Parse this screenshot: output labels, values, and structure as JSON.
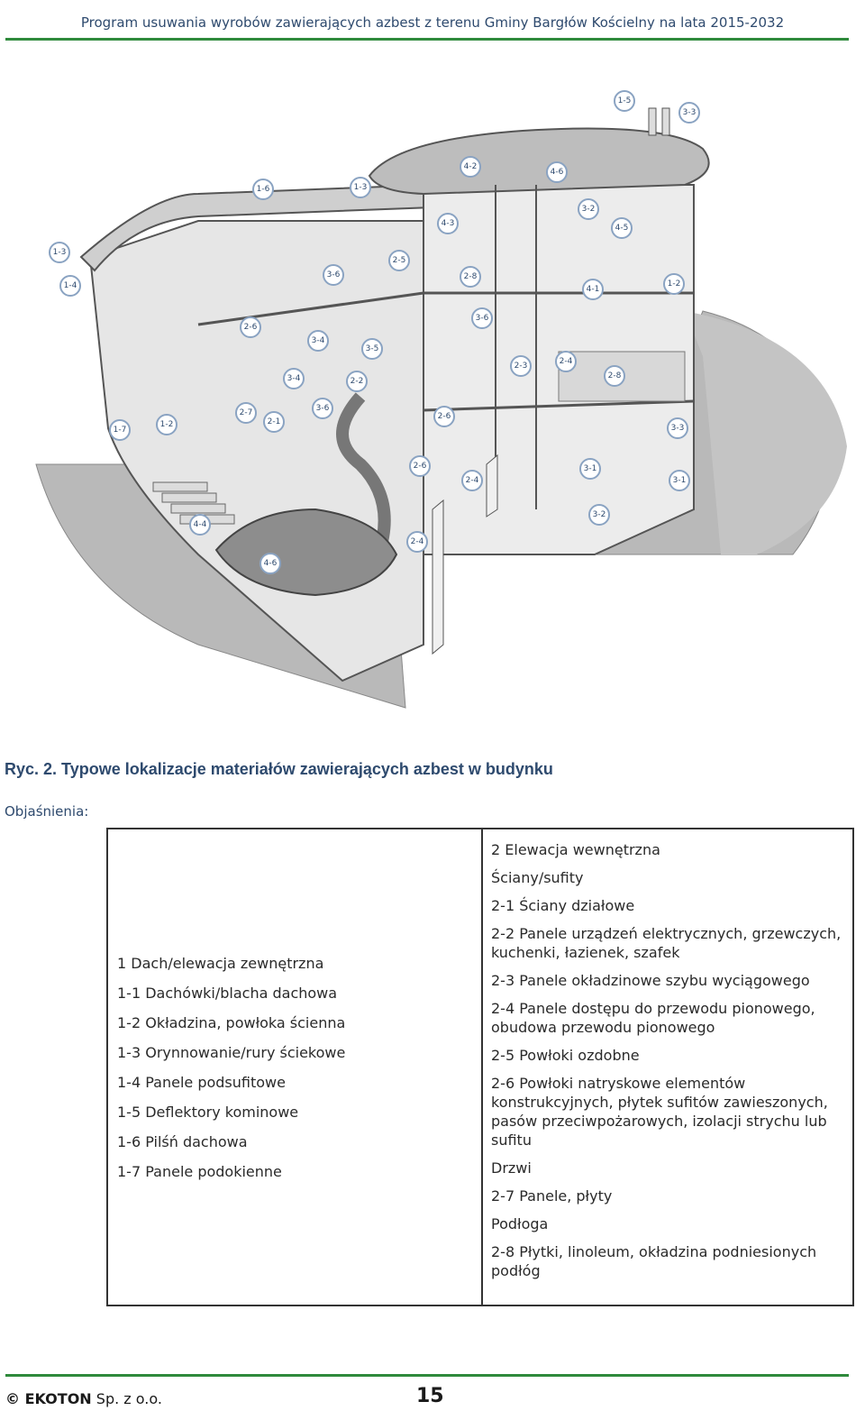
{
  "header": {
    "title": "Program usuwania wyrobów zawierających azbest z terenu Gminy Bargłów Kościelny na lata 2015-2032"
  },
  "figure": {
    "badges": [
      "1-5",
      "3-3",
      "1-6",
      "1-3",
      "4-2",
      "4-6",
      "3-2",
      "4-3",
      "4-5",
      "1-3",
      "3-6",
      "2-5",
      "2-8",
      "3-6",
      "1-2",
      "1-4",
      "4-1",
      "2-6",
      "3-4",
      "3-5",
      "3-6",
      "3-4",
      "2-2",
      "2-3",
      "2-4",
      "2-8",
      "1-7",
      "1-2",
      "2-7",
      "2-1",
      "2-6",
      "3-3",
      "2-6",
      "3-1",
      "3-1",
      "2-4",
      "4-4",
      "3-2",
      "2-4",
      "4-6"
    ]
  },
  "caption": "Ryc. 2. Typowe lokalizacje materiałów zawierających azbest w budynku",
  "legend_label": "Objaśnienia:",
  "table": {
    "left": [
      "1 Dach/elewacja zewnętrzna",
      "1-1 Dachówki/blacha dachowa",
      "1-2 Okładzina, powłoka ścienna",
      "1-3 Orynnowanie/rury ściekowe",
      "1-4 Panele podsufitowe",
      "1-5 Deflektory kominowe",
      "1-6 Pilśń dachowa",
      "1-7 Panele podokienne"
    ],
    "right": [
      "2 Elewacja wewnętrzna",
      "Ściany/sufity",
      "2-1 Ściany działowe",
      "2-2 Panele urządzeń elektrycznych, grzewczych, kuchenki, łazienek, szafek",
      "2-3 Panele okładzinowe szybu wyciągowego",
      "2-4 Panele dostępu do przewodu pionowego, obudowa przewodu pionowego",
      "2-5 Powłoki ozdobne",
      "2-6 Powłoki natryskowe elementów konstrukcyjnych, płytek sufitów zawieszonych, pasów przeciwpożarowych, izolacji strychu lub sufitu",
      "Drzwi",
      "2-7 Panele, płyty",
      "Podłoga",
      "2-8 Płytki, linoleum, okładzina podniesionych podłóg"
    ]
  },
  "footer": {
    "company": "© EKOTON",
    "company_suffix": "Sp. z o.o.",
    "page": "15"
  }
}
